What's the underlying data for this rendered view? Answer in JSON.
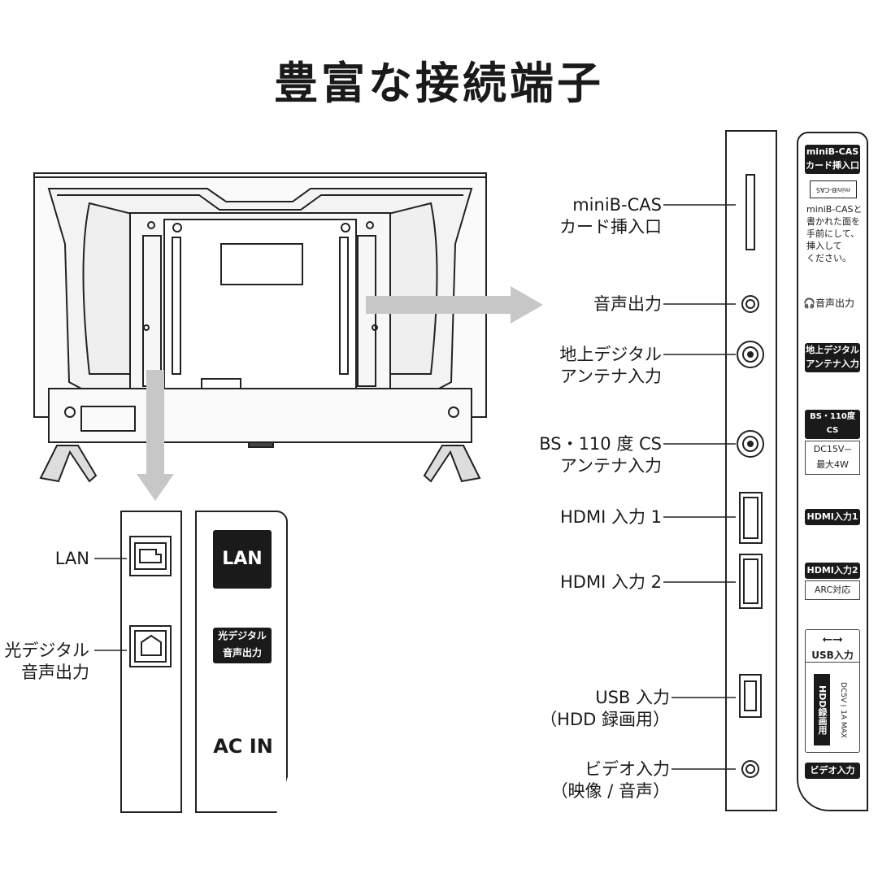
{
  "title": "豊富な接続端子",
  "side_connectors": [
    {
      "id": "minib-cas",
      "lines": [
        "miniB-CAS",
        "カード挿入口"
      ]
    },
    {
      "id": "audio-out",
      "lines": [
        "音声出力"
      ]
    },
    {
      "id": "terrestrial-antenna",
      "lines": [
        "地上デジタル",
        "アンテナ入力"
      ]
    },
    {
      "id": "bs-cs-antenna",
      "lines": [
        "BS・110 度 CS",
        "アンテナ入力"
      ]
    },
    {
      "id": "hdmi1",
      "lines": [
        "HDMI 入力 1"
      ]
    },
    {
      "id": "hdmi2",
      "lines": [
        "HDMI 入力 2"
      ]
    },
    {
      "id": "usb",
      "lines": [
        "USB 入力",
        "（HDD 録画用）"
      ]
    },
    {
      "id": "video-in",
      "lines": [
        "ビデオ入力",
        "（映像 / 音声）"
      ]
    }
  ],
  "bottom_connectors": [
    {
      "id": "lan",
      "lines": [
        "LAN"
      ]
    },
    {
      "id": "optical",
      "lines": [
        "光デジタル",
        "音声出力"
      ]
    }
  ],
  "side_card": {
    "cas_tag": [
      "miniB-CAS",
      "カード挿入口"
    ],
    "cas_card_text": "miniB-CAS",
    "cas_note": [
      "miniB-CASと",
      "書かれた面を",
      "手前にして、",
      "挿入して",
      "ください。"
    ],
    "audio_out_tag": "音声出力",
    "terrestrial_tag": [
      "地上デジタル",
      "アンテナ入力"
    ],
    "bs_tag": [
      "BS・110度CS",
      "アンテナ入力"
    ],
    "bs_power": [
      "DC15V⎓",
      "最大4W"
    ],
    "hdmi1_tag": "HDMI入力1",
    "hdmi2_tag": "HDMI入力2",
    "hdmi2_arc": "ARC対応",
    "usb_tag": "USB入力",
    "usb_hdd": "HDD録画用",
    "usb_power": "DC5V⎓1A MAX",
    "video_tag": "ビデオ入力"
  },
  "bottom_card": {
    "lan": "LAN",
    "optical": [
      "光デジタル",
      "音声出力"
    ],
    "ac_in": "AC IN"
  }
}
